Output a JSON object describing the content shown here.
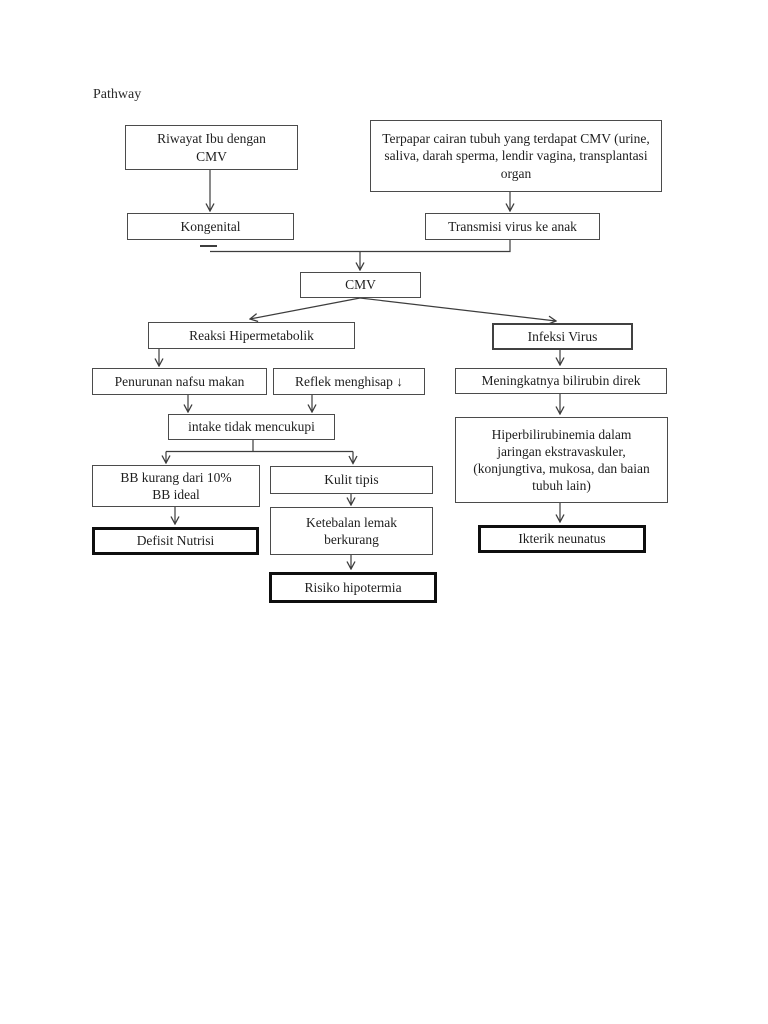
{
  "page": {
    "title": "Pathway"
  },
  "nodes": {
    "riwayat_ibu": {
      "label": "Riwayat Ibu dengan CMV"
    },
    "terpapar": {
      "label": "Terpapar cairan tubuh yang  terdapat CMV (urine, saliva, darah sperma, lendir vagina, transplantasi organ"
    },
    "kongenital": {
      "label": "Kongenital"
    },
    "transmisi": {
      "label": "Transmisi virus ke anak"
    },
    "cmv": {
      "label": "CMV"
    },
    "reaksi": {
      "label": "Reaksi Hipermetabolik"
    },
    "infeksi": {
      "label": "Infeksi Virus"
    },
    "penurunan": {
      "label": "Penurunan nafsu makan"
    },
    "reflek": {
      "label": "Reflek menghisap ↓"
    },
    "meningkatnya": {
      "label": "Meningkatnya bilirubin direk"
    },
    "intake": {
      "label": "intake tidak mencukupi"
    },
    "bb_kurang": {
      "label": "BB kurang dari 10% BB ideal"
    },
    "kulit_tipis": {
      "label": "Kulit tipis"
    },
    "hiperbilirubinemia": {
      "label": "Hiperbilirubinemia dalam jaringan ekstravaskuler, (konjungtiva, mukosa, dan baian tubuh lain)"
    },
    "defisit_nutrisi": {
      "label": "Defisit Nutrisi"
    },
    "ketebalan": {
      "label": "Ketebalan lemak berkurang"
    },
    "ikterik": {
      "label": "Ikterik neunatus"
    },
    "risiko": {
      "label": "Risiko hipotermia"
    }
  },
  "colors": {
    "background": "#ffffff",
    "line": "#3d3d3d",
    "box_border": "#4b4b4b",
    "bold_border": "#0f0f0f",
    "text": "#1e1e1e"
  }
}
